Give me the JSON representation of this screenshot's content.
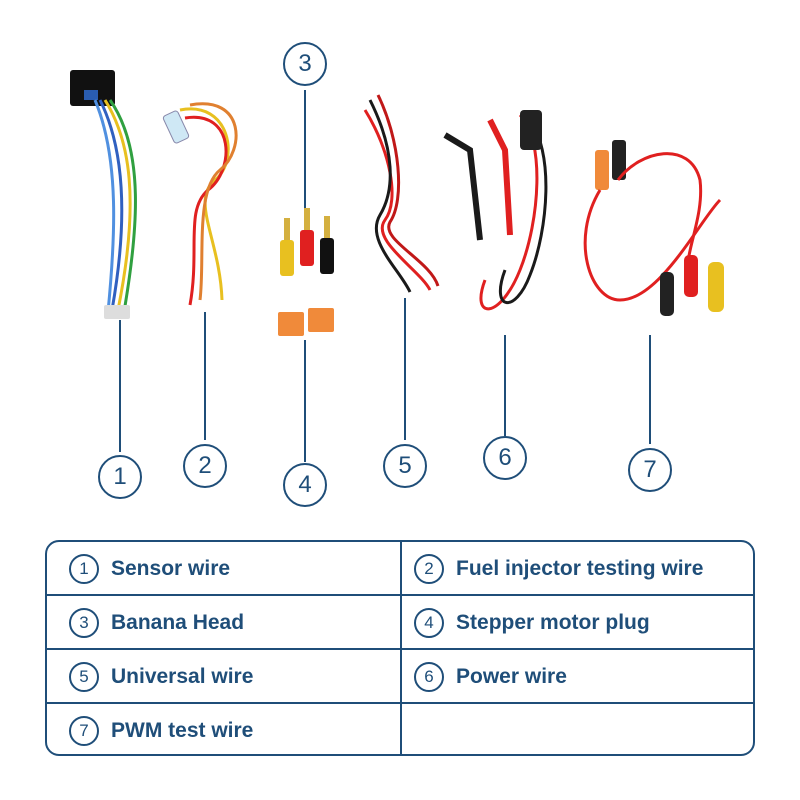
{
  "callouts": [
    "1",
    "2",
    "3",
    "4",
    "5",
    "6",
    "7"
  ],
  "legend": [
    {
      "num": "1",
      "label": "Sensor wire"
    },
    {
      "num": "2",
      "label": "Fuel injector testing wire"
    },
    {
      "num": "3",
      "label": "Banana Head"
    },
    {
      "num": "4",
      "label": "Stepper motor plug"
    },
    {
      "num": "5",
      "label": "Universal wire"
    },
    {
      "num": "6",
      "label": "Power wire"
    },
    {
      "num": "7",
      "label": "PWM test wire"
    },
    {
      "num": "",
      "label": ""
    }
  ],
  "colors": {
    "accent": "#1f4e79",
    "wire_red": "#e02020",
    "wire_black": "#1a1a1a",
    "wire_yellow": "#e8c020",
    "wire_blue": "#3060c0",
    "wire_green": "#30a040",
    "plug_orange": "#f08a3a"
  }
}
